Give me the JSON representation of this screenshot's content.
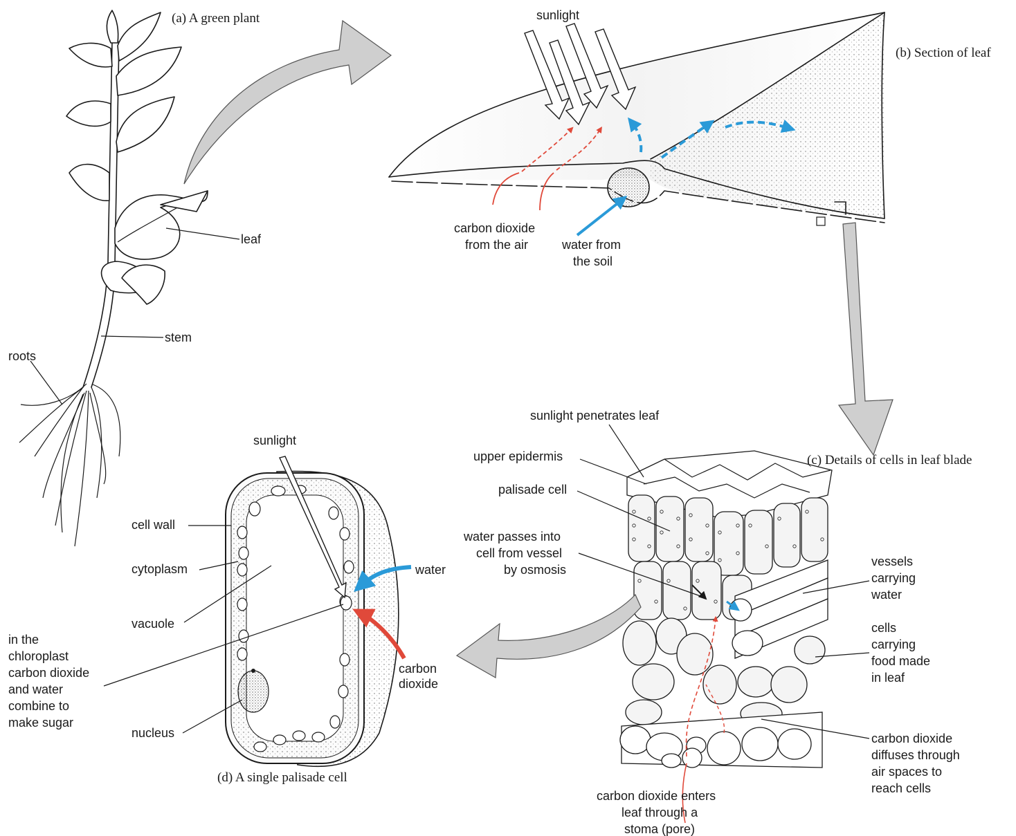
{
  "captions": {
    "a": "(a) A green plant",
    "b": "(b) Section of leaf",
    "c": "(c) Details of cells in leaf blade",
    "d": "(d) A single palisade cell"
  },
  "plant": {
    "leaf": "leaf",
    "stem": "stem",
    "roots": "roots"
  },
  "section": {
    "sunlight": "sunlight",
    "co2": [
      "carbon dioxide",
      "from the air"
    ],
    "water": [
      "water from",
      "the soil"
    ]
  },
  "details": {
    "sunlight_penetrates": "sunlight penetrates leaf",
    "upper_epidermis": "upper epidermis",
    "palisade_cell": "palisade cell",
    "water_passes": [
      "water passes into",
      "cell from vessel",
      "by osmosis"
    ],
    "vessels": [
      "vessels",
      "carrying",
      "water"
    ],
    "food_cells": [
      "cells",
      "carrying",
      "food made",
      "in leaf"
    ],
    "co2_diffuses": [
      "carbon dioxide",
      "diffuses through",
      "air spaces to",
      "reach cells"
    ],
    "co2_enters": [
      "carbon dioxide enters",
      "leaf through a",
      "stoma (pore)"
    ]
  },
  "single_cell": {
    "sunlight": "sunlight",
    "cell_wall": "cell wall",
    "cytoplasm": "cytoplasm",
    "vacuole": "vacuole",
    "nucleus": "nucleus",
    "water": "water",
    "co2": [
      "carbon",
      "dioxide"
    ],
    "chloroplast_note": [
      "in the",
      "chloroplast",
      "carbon dioxide",
      "and water",
      "combine to",
      "make sugar"
    ]
  },
  "colors": {
    "water_arrow": "#2a9ad8",
    "co2_arrow": "#e0493a",
    "big_arrow": "#cfcfcf"
  }
}
